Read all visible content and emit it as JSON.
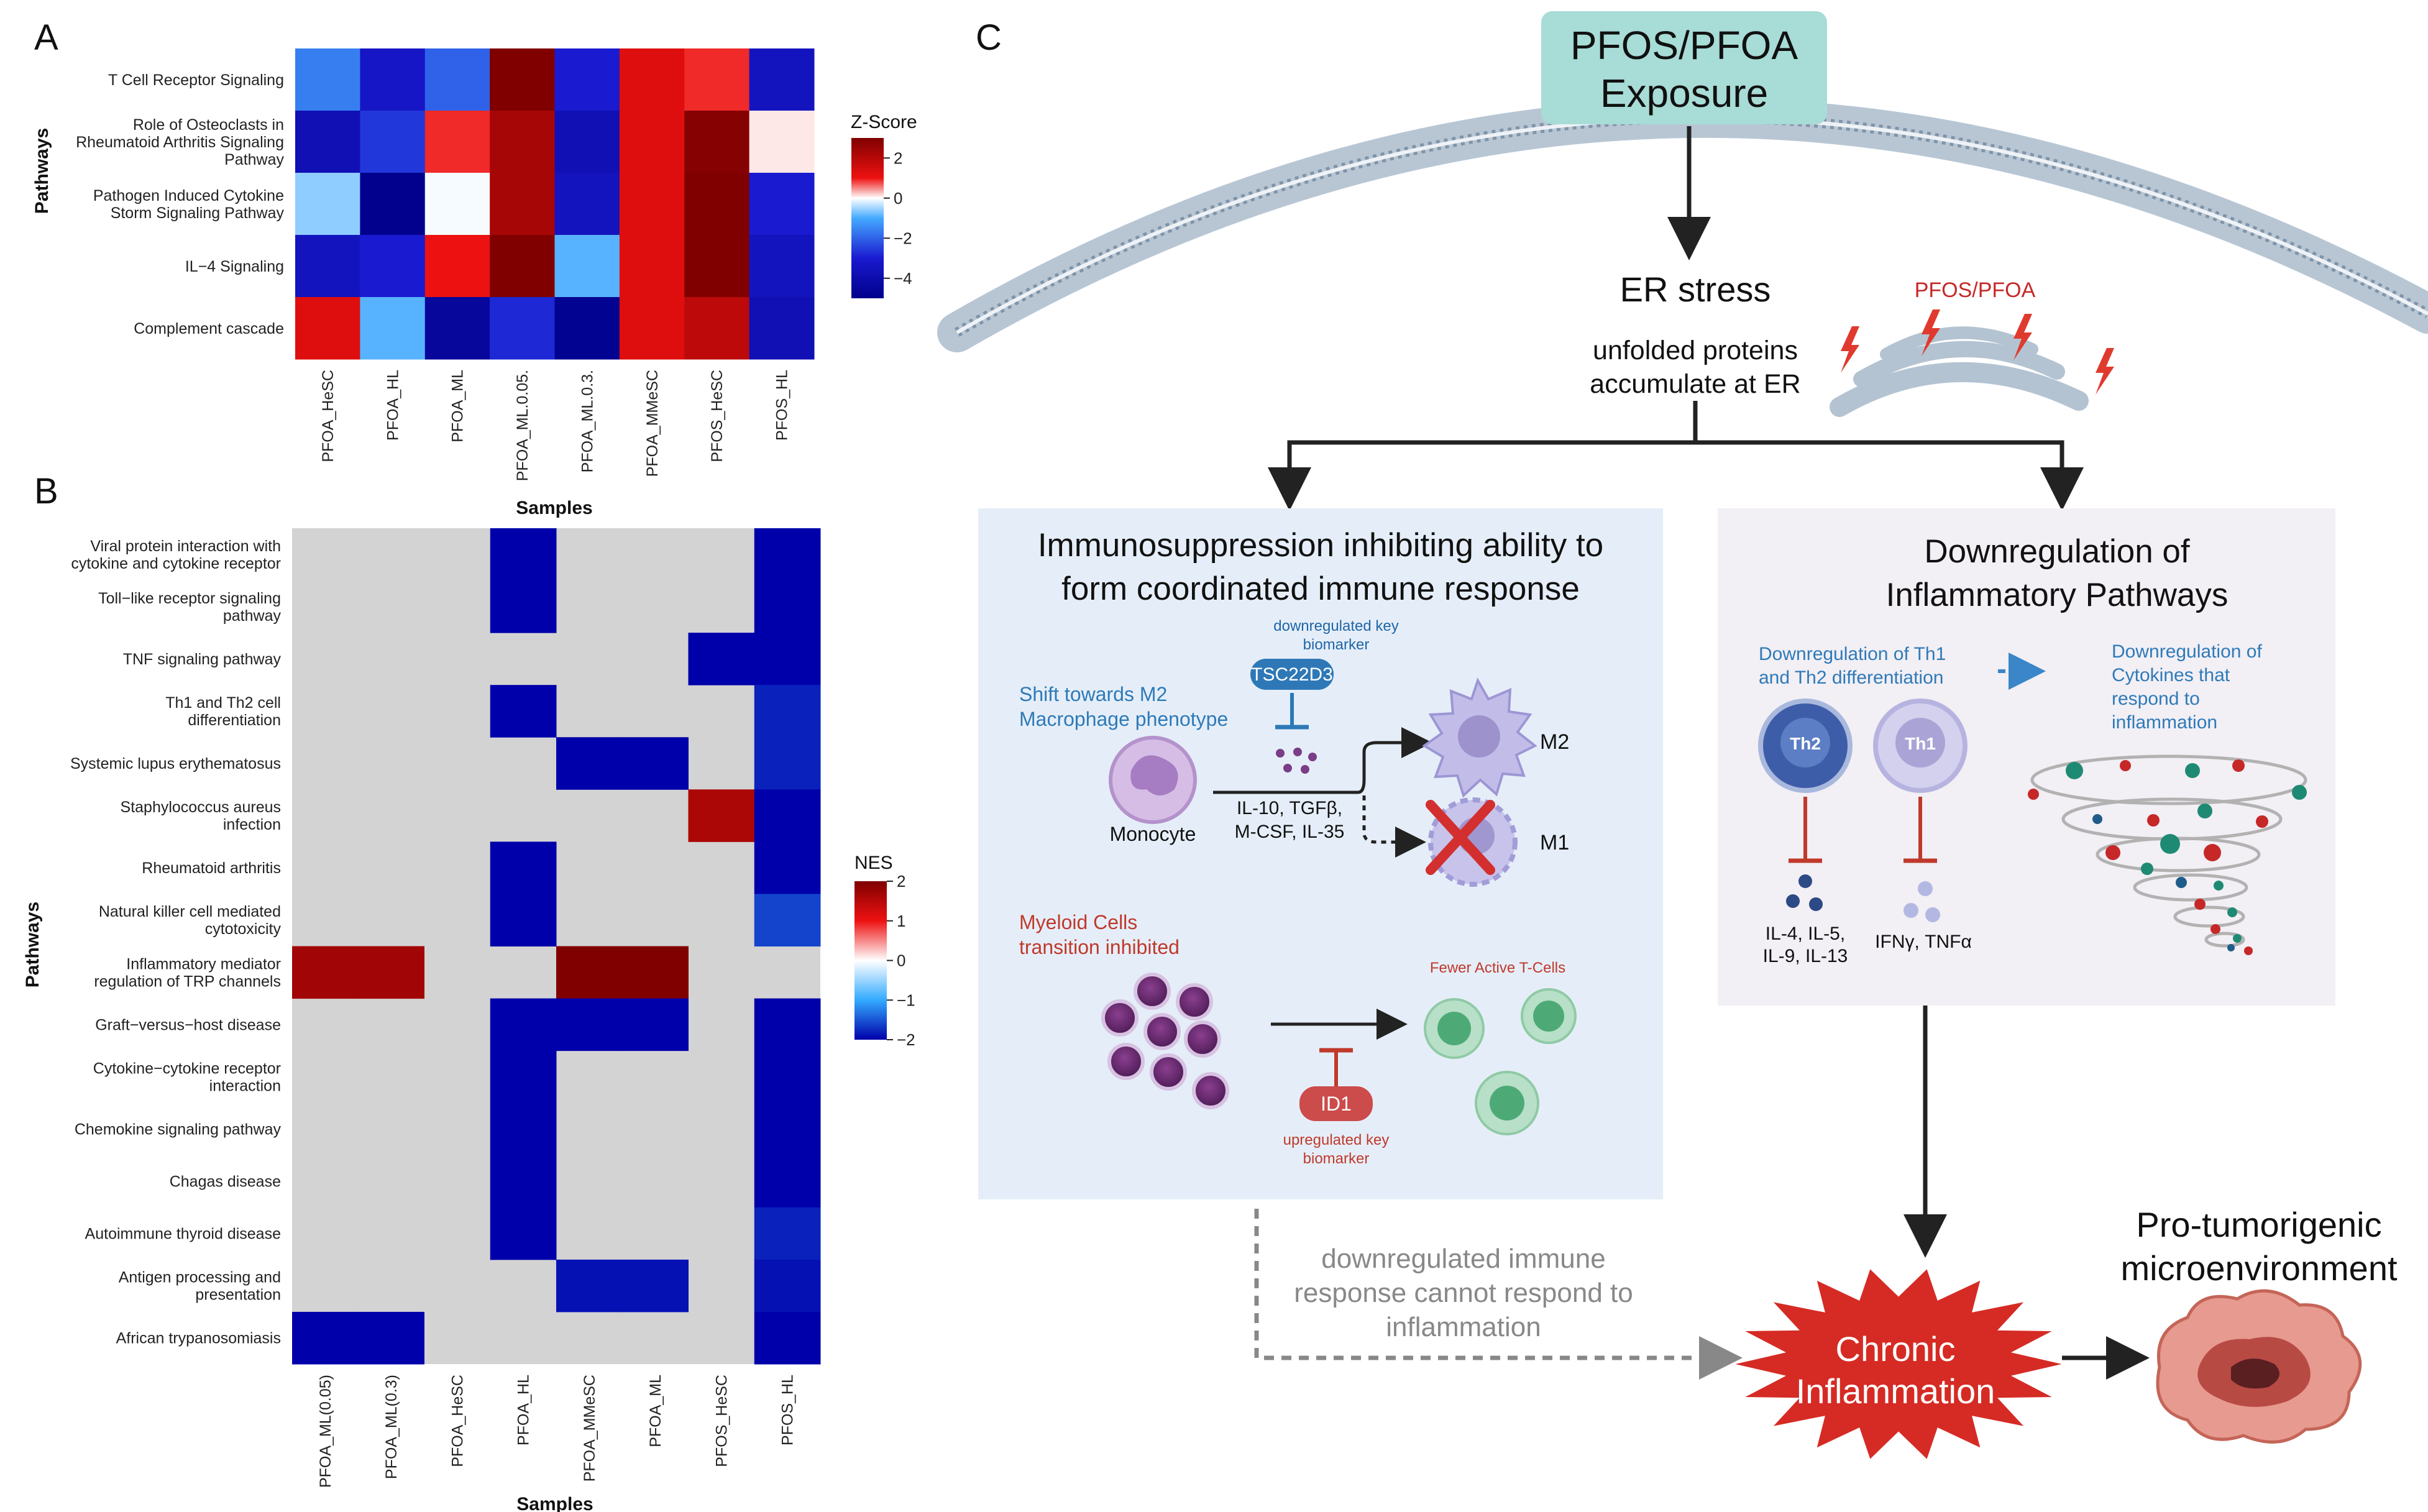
{
  "panels": {
    "a": "A",
    "b": "B",
    "c": "C"
  },
  "chart_data": [
    {
      "type": "heatmap",
      "panel": "A",
      "ylabel": "Pathways",
      "xlabel": "Samples",
      "legend_title": "Z-Score",
      "colorbar_ticks": [
        "2",
        "0",
        "−2",
        "−4"
      ],
      "colorbar_range": [
        -5,
        3
      ],
      "x": [
        "PFOA_HeSC",
        "PFOA_HL",
        "PFOA_ML",
        "PFOA_ML.0.05.",
        "PFOA_ML.0.3.",
        "PFOA_MMeSC",
        "PFOS_HeSC",
        "PFOS_HL"
      ],
      "y": [
        [
          "T Cell Receptor Signaling"
        ],
        [
          "Role of Osteoclasts in",
          "Rheumatoid Arthritis Signaling",
          "Pathway"
        ],
        [
          "Pathogen Induced Cytokine",
          "Storm Signaling Pathway"
        ],
        [
          "IL−4 Signaling"
        ],
        [
          "Complement cascade"
        ]
      ],
      "values": [
        [
          -2.3,
          -3.3,
          -2.5,
          3.0,
          -3.0,
          1.3,
          0.9,
          -3.5
        ],
        [
          -3.8,
          -2.8,
          0.9,
          2.3,
          -3.8,
          1.3,
          2.9,
          0.1
        ],
        [
          -1.2,
          -4.9,
          -0.1,
          2.3,
          -3.5,
          1.3,
          3.0,
          -3.0
        ],
        [
          -3.5,
          -3.0,
          1.0,
          3.0,
          -1.8,
          1.3,
          3.0,
          -3.5
        ],
        [
          1.3,
          -1.8,
          -4.5,
          -2.9,
          -4.8,
          1.3,
          1.9,
          -3.8
        ]
      ]
    },
    {
      "type": "heatmap",
      "panel": "B",
      "ylabel": "Pathways",
      "xlabel": "Samples",
      "legend_title": "NES",
      "colorbar_ticks": [
        "2",
        "1",
        "0",
        "−1",
        "−2"
      ],
      "colorbar_range": [
        -2,
        2
      ],
      "x": [
        "PFOA_ML(0.05)",
        "PFOA_ML(0.3)",
        "PFOA_HeSC",
        "PFOA_HL",
        "PFOA_MMeSC",
        "PFOA_ML",
        "PFOS_HeSC",
        "PFOS_HL"
      ],
      "y": [
        [
          "Viral protein interaction with",
          "cytokine and cytokine receptor"
        ],
        [
          "Toll−like receptor signaling",
          "pathway"
        ],
        [
          "TNF signaling pathway"
        ],
        [
          "Th1 and Th2 cell",
          "differentiation"
        ],
        [
          "Systemic lupus erythematosus"
        ],
        [
          "Staphylococcus aureus",
          "infection"
        ],
        [
          "Rheumatoid arthritis"
        ],
        [
          "Natural killer cell mediated",
          "cytotoxicity"
        ],
        [
          "Inflammatory mediator",
          "regulation of TRP channels"
        ],
        [
          "Graft−versus−host disease"
        ],
        [
          "Cytokine−cytokine receptor",
          "interaction"
        ],
        [
          "Chemokine signaling pathway"
        ],
        [
          "Chagas disease"
        ],
        [
          "Autoimmune thyroid disease"
        ],
        [
          "Antigen processing and",
          "presentation"
        ],
        [
          "African trypanosomiasis"
        ]
      ],
      "values": [
        [
          null,
          null,
          null,
          -2,
          null,
          null,
          null,
          -2
        ],
        [
          null,
          null,
          null,
          -2,
          null,
          null,
          null,
          -2
        ],
        [
          null,
          null,
          null,
          null,
          null,
          null,
          -2,
          -2
        ],
        [
          null,
          null,
          null,
          -2,
          null,
          null,
          null,
          -1.8
        ],
        [
          null,
          null,
          null,
          null,
          -2,
          -2,
          null,
          -1.8
        ],
        [
          null,
          null,
          null,
          null,
          null,
          null,
          1.6,
          -2
        ],
        [
          null,
          null,
          null,
          -2,
          null,
          null,
          null,
          -2
        ],
        [
          null,
          null,
          null,
          -2,
          null,
          null,
          null,
          -1.6
        ],
        [
          1.7,
          1.7,
          null,
          null,
          2,
          2,
          null,
          null
        ],
        [
          null,
          null,
          null,
          -2,
          -2,
          -2,
          null,
          -2
        ],
        [
          null,
          null,
          null,
          -2,
          null,
          null,
          null,
          -2
        ],
        [
          null,
          null,
          null,
          -2,
          null,
          null,
          null,
          -2
        ],
        [
          null,
          null,
          null,
          -2,
          null,
          null,
          null,
          -2
        ],
        [
          null,
          null,
          null,
          -2,
          null,
          null,
          null,
          -1.8
        ],
        [
          null,
          null,
          null,
          null,
          -1.9,
          -1.9,
          null,
          -1.9
        ],
        [
          -2,
          -2,
          null,
          null,
          null,
          null,
          null,
          -2
        ]
      ]
    }
  ],
  "diagram": {
    "exposure": [
      "PFOS/PFOA",
      "Exposure"
    ],
    "er_stress": "ER stress",
    "pfos_label": "PFOS/PFOA",
    "unfolded": [
      "unfolded proteins",
      "accumulate at ER"
    ],
    "immuno": {
      "title": [
        "Immunosuppression inhibiting ability to",
        "form coordinated immune response"
      ],
      "biomarker_down": [
        "downregulated key",
        "biomarker"
      ],
      "tsc": "TSC22D3",
      "shift": [
        "Shift towards M2",
        "Macrophage phenotype"
      ],
      "monocyte": "Monocyte",
      "m2": "M2",
      "m1": "M1",
      "cytokines": [
        "IL-10, TGFβ,",
        "M-CSF, IL-35"
      ],
      "myeloid": [
        "Myeloid Cells",
        "transition inhibited"
      ],
      "fewer": "Fewer Active T-Cells",
      "id1": "ID1",
      "biomarker_up": [
        "upregulated key",
        "biomarker"
      ]
    },
    "inflam": {
      "title": [
        "Downregulation of",
        "Inflammatory Pathways"
      ],
      "th_diff": [
        "Downregulation of Th1",
        "and Th2 differentiation"
      ],
      "cyto_down": [
        "Downregulation of",
        "Cytokines that",
        "respond to",
        "inflammation"
      ],
      "th2": "Th2",
      "th1": "Th1",
      "th2_cyt": [
        "IL-4, IL-5,",
        "IL-9, IL-13"
      ],
      "th1_cyt": "IFNγ, TNFα"
    },
    "down_response": [
      "downregulated immune",
      "response cannot respond to",
      "inflammation"
    ],
    "chronic": [
      "Chronic",
      "Inflammation"
    ],
    "protumor": [
      "Pro-tumorigenic",
      "microenvironment"
    ]
  }
}
